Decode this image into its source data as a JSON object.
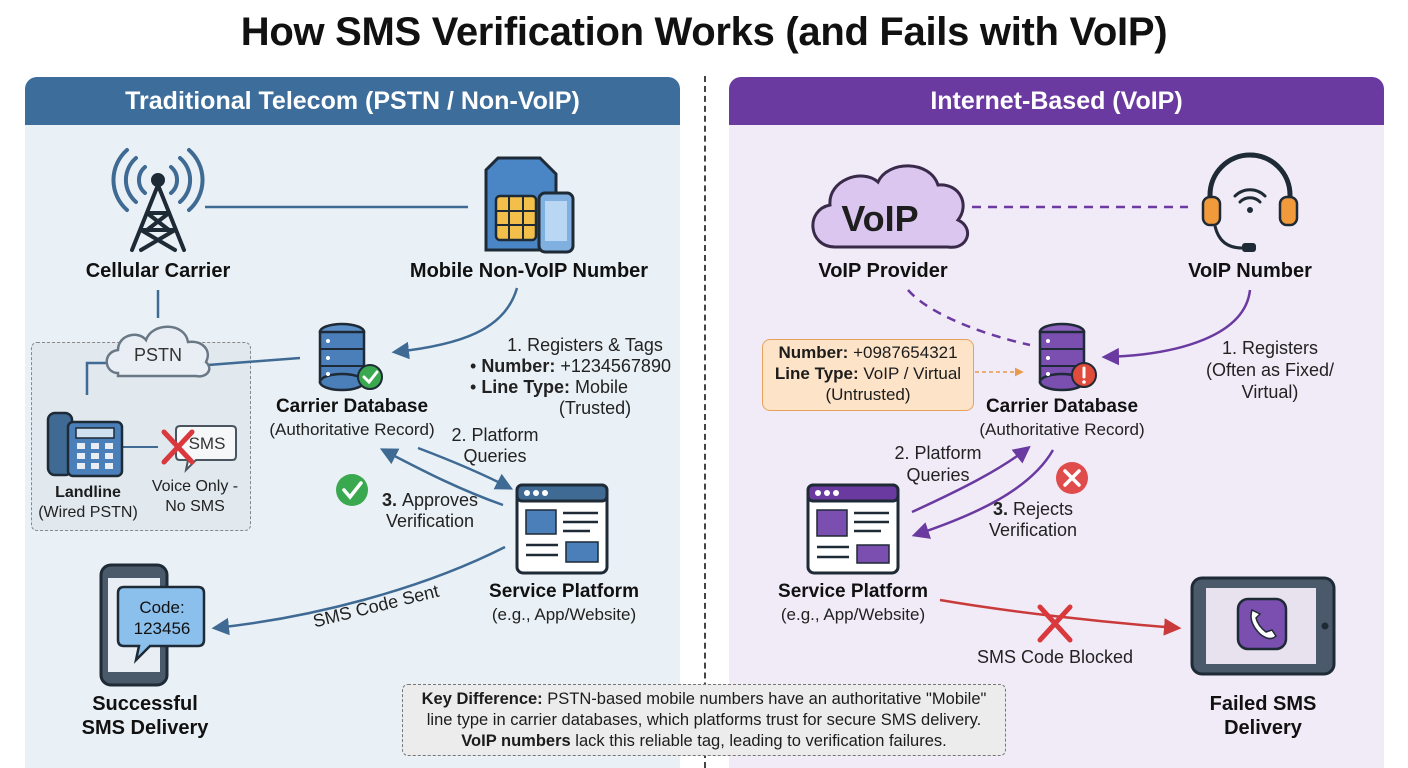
{
  "title": "How SMS Verification Works (and Fails with VoIP)",
  "left": {
    "header": "Traditional Telecom (PSTN / Non-VoIP)",
    "cellular_carrier": "Cellular Carrier",
    "mobile_number": "Mobile Non-VoIP Number",
    "pstn": "PSTN",
    "carrier_db_title": "Carrier Database",
    "carrier_db_sub": "(Authoritative Record)",
    "step1": "1. Registers & Tags",
    "number_label": "Number:",
    "number_value": "+1234567890",
    "line_type_label": "Line Type:",
    "line_type_value": "Mobile",
    "line_type_note": "(Trusted)",
    "landline_title": "Landline",
    "landline_sub": "(Wired PSTN)",
    "sms_icon_text": "SMS",
    "voice_only": "Voice Only -",
    "no_sms": "No SMS",
    "step2_a": "2. Platform",
    "step2_b": "Queries",
    "step3_num": "3.",
    "step3_a": "Approves",
    "step3_b": "Verification",
    "service_title": "Service Platform",
    "service_sub": "(e.g., App/Website)",
    "sms_sent": "SMS Code Sent",
    "code_label": "Code:",
    "code_value": "123456",
    "success_a": "Successful",
    "success_b": "SMS Delivery"
  },
  "right": {
    "header": "Internet-Based (VoIP)",
    "cloud_text": "VoIP",
    "provider": "VoIP Provider",
    "voip_number": "VoIP Number",
    "number_label": "Number:",
    "number_value": "+0987654321",
    "line_type_label": "Line Type:",
    "line_type_value": "VoIP / Virtual",
    "line_type_note": "(Untrusted)",
    "carrier_db_title": "Carrier Database",
    "carrier_db_sub": "(Authoritative Record)",
    "step1_a": "1. Registers",
    "step1_b": "(Often as Fixed/",
    "step1_c": "Virtual)",
    "step2_a": "2. Platform",
    "step2_b": "Queries",
    "step3_num": "3.",
    "step3_a": "Rejects",
    "step3_b": "Verification",
    "service_title": "Service Platform",
    "service_sub": "(e.g., App/Website)",
    "sms_blocked": "SMS Code Blocked",
    "failed_a": "Failed SMS",
    "failed_b": "Delivery"
  },
  "key": {
    "label": "Key Difference:",
    "line1": "PSTN-based mobile numbers have an authoritative \"Mobile\"",
    "line2": "line type in carrier databases, which platforms trust for secure SMS delivery.",
    "voip_bold": "VoIP numbers",
    "line3": "lack this reliable tag, leading to verification failures."
  },
  "colors": {
    "left_header": "#3c6d9b",
    "right_header": "#6a3aa0",
    "left_bg": "#eaf1f6",
    "right_bg": "#f1ebf8",
    "approve_green": "#3aa84f",
    "reject_red": "#d9383c",
    "left_arrow": "#3e6a94",
    "right_arrow": "#6a3aa0"
  },
  "icons": [
    "cell-tower-icon",
    "sim-phone-icon",
    "pstn-cloud-icon",
    "database-check-icon",
    "landline-phone-icon",
    "sms-blocked-icon",
    "check-circle-icon",
    "browser-window-icon",
    "phone-code-icon",
    "voip-cloud-icon",
    "headset-icon",
    "database-alert-icon",
    "x-circle-icon",
    "tablet-viber-icon"
  ]
}
